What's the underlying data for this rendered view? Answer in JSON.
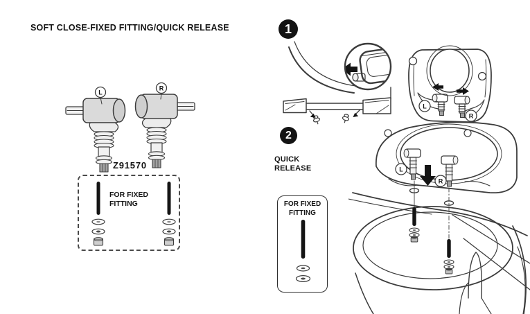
{
  "title": "SOFT CLOSE-FIXED FITTING/QUICK RELEASE",
  "colors": {
    "ink": "#141414",
    "line": "#3c3c3c",
    "paper": "#ffffff",
    "badge_background": "#131313",
    "badge_text": "#ffffff"
  },
  "parts_figure": {
    "left_hinge_label": "L",
    "right_hinge_label": "R",
    "part_number": "Z91570",
    "fixed_fitting_box": {
      "label_line1": "FOR FIXED",
      "label_line2": "FITTING"
    }
  },
  "step1": {
    "number": "1",
    "seat_left_label": "L",
    "seat_right_label": "R"
  },
  "step2": {
    "number": "2",
    "label_line1": "QUICK",
    "label_line2": "RELEASE",
    "fixed_fitting_box": {
      "label_line1": "FOR FIXED",
      "label_line2": "FITTING"
    },
    "seat_left_label": "L",
    "seat_right_label": "R"
  }
}
